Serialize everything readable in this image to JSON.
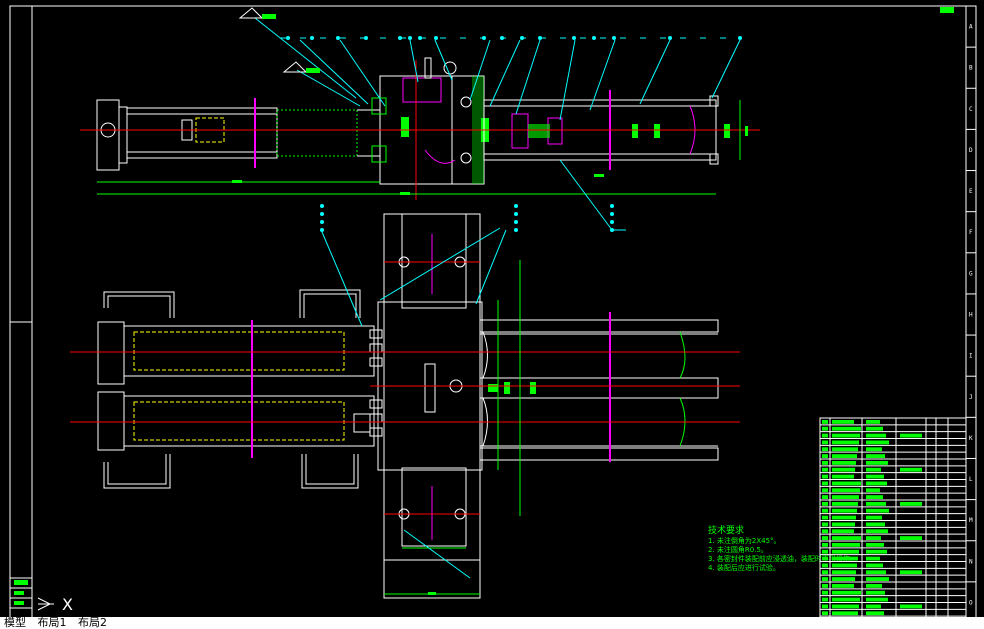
{
  "colors": {
    "background": "#000000",
    "outline": "#ffffff",
    "centerline": "#ff0000",
    "dimension": "#00ff00",
    "leader": "#00ffff",
    "section": "#ff00ff",
    "hidden": "#ffff00",
    "highlight": "#00ff00"
  },
  "right_ruler": [
    "A",
    "B",
    "C",
    "D",
    "E",
    "F",
    "G",
    "H",
    "I",
    "J",
    "K",
    "L",
    "M",
    "N",
    "O"
  ],
  "tech_notes": {
    "title": "技术要求",
    "lines": [
      "1. 未注倒角为2X45°。",
      "2. 未注圆角R0.5。",
      "3. 各密封件装配前应浸透油，装配时不得损伤。",
      "4. 装配后应进行试验。"
    ]
  },
  "ucs": {
    "x_label": "X"
  },
  "layout_tabs": {
    "model": "模型",
    "layout1": "布局1",
    "layout2": "布局2"
  }
}
